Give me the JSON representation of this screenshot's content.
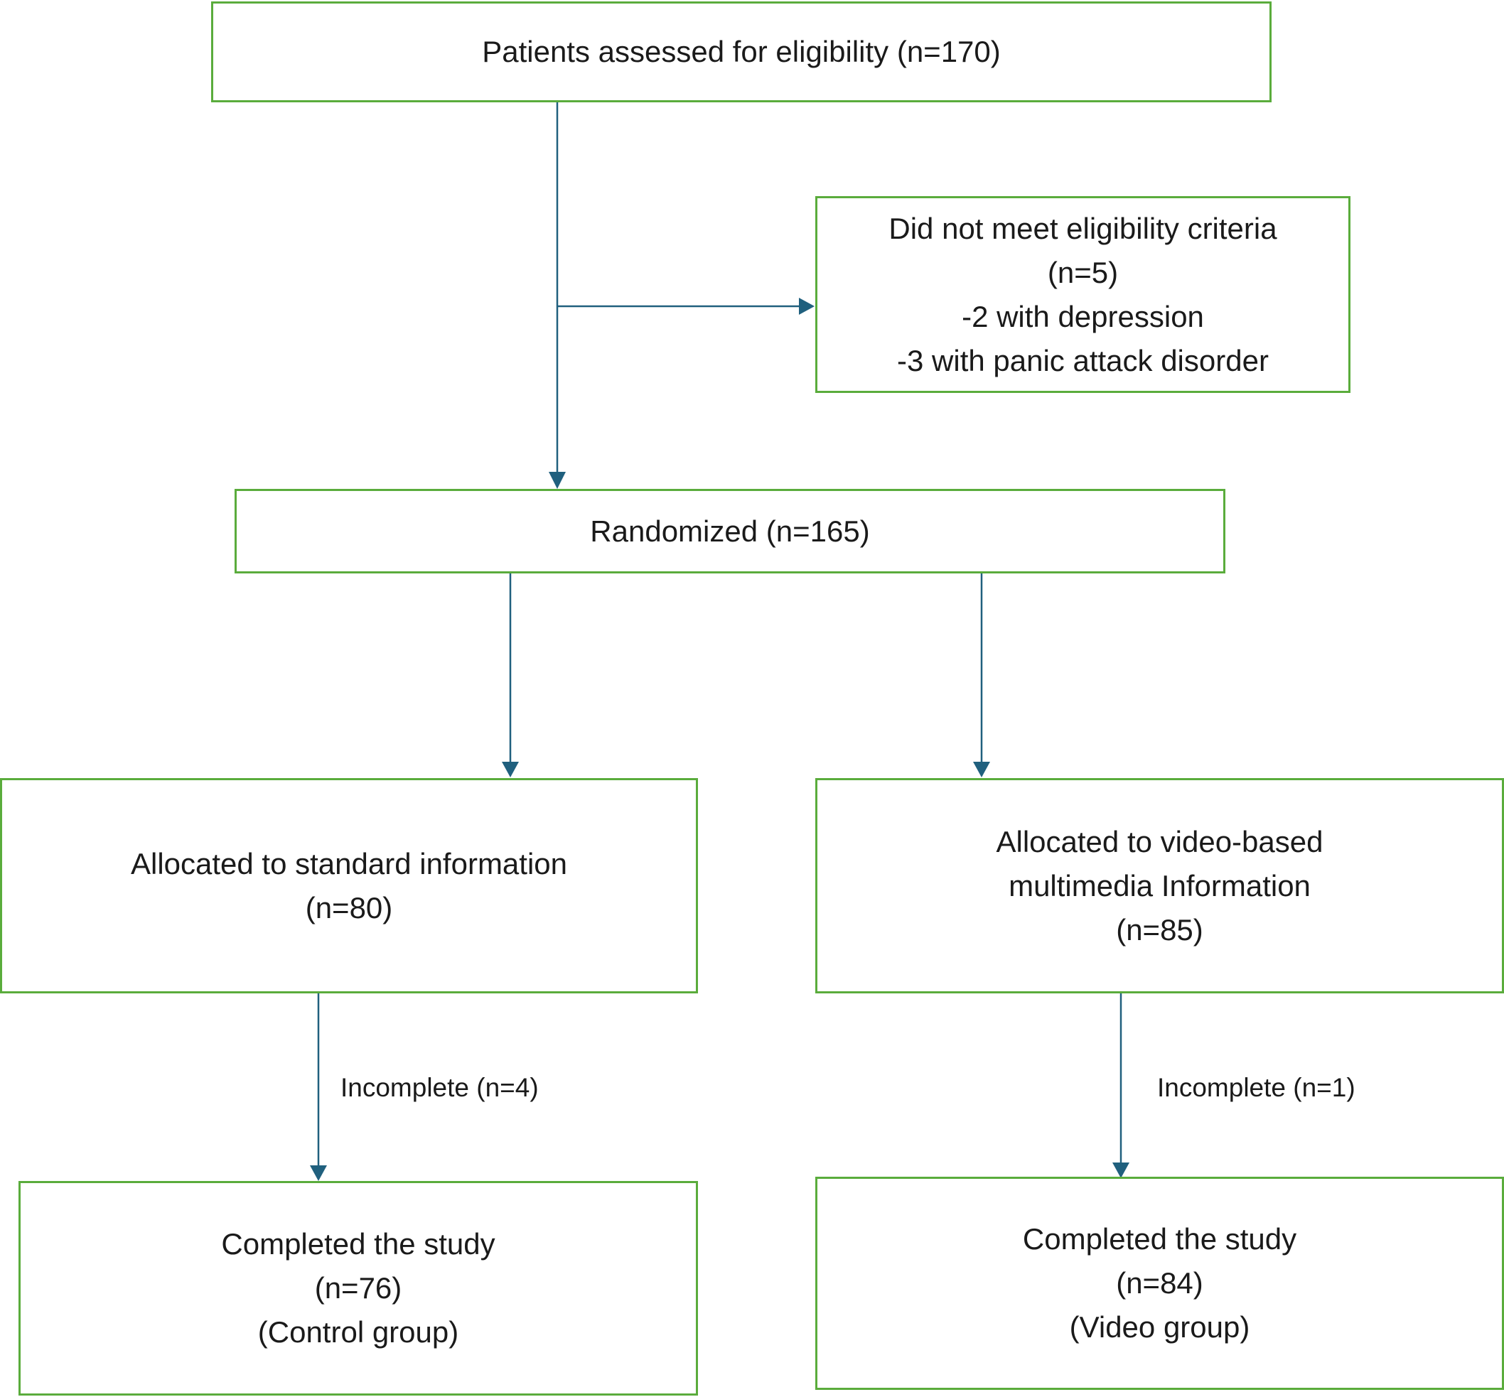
{
  "assessed": {
    "text": "Patients assessed for eligibility (n=170)"
  },
  "excluded": {
    "line1": "Did not meet eligibility criteria",
    "line2": "(n=5)",
    "line3": "-2 with depression",
    "line4": "-3 with panic attack disorder"
  },
  "randomized": {
    "text": "Randomized (n=165)"
  },
  "allocated_standard": {
    "line1": "Allocated to standard information",
    "line2": "(n=80)"
  },
  "allocated_video": {
    "line1": "Allocated to video-based",
    "line2": "multimedia Information",
    "line3": "(n=85)"
  },
  "incomplete_control": "Incomplete (n=4)",
  "incomplete_video": "Incomplete (n=1)",
  "completed_control": {
    "line1": "Completed the study",
    "line2": "(n=76)",
    "line3": "(Control group)"
  },
  "completed_video": {
    "line1": "Completed the study",
    "line2": "(n=84)",
    "line3": "(Video group)"
  }
}
